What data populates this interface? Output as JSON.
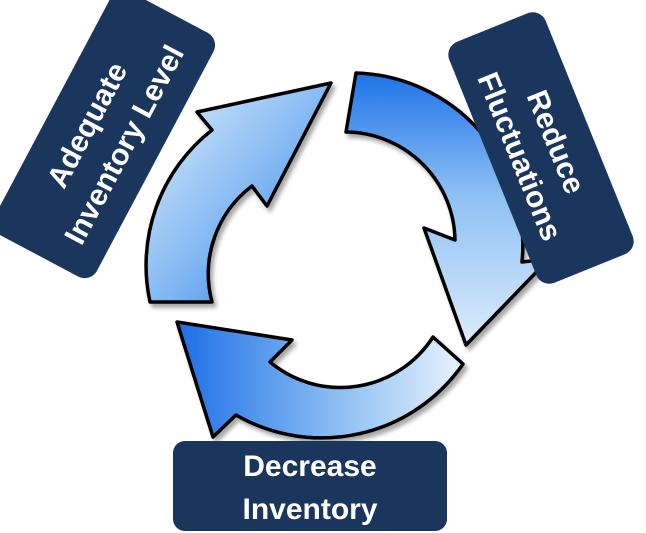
{
  "diagram": {
    "type": "cycle",
    "colors": {
      "box_fill": "#1b365d",
      "box_text": "#ffffff",
      "arrow_light": "#d9ebfb",
      "arrow_dark": "#1e73e8",
      "arrow_outline": "#000000",
      "background": "#ffffff"
    },
    "steps": [
      {
        "line1": "Adequate",
        "line2": "Inventory Level"
      },
      {
        "line1": "Reduce",
        "line2": "Fluctuations"
      },
      {
        "line1": "Decrease",
        "line2": "Inventory"
      }
    ]
  }
}
